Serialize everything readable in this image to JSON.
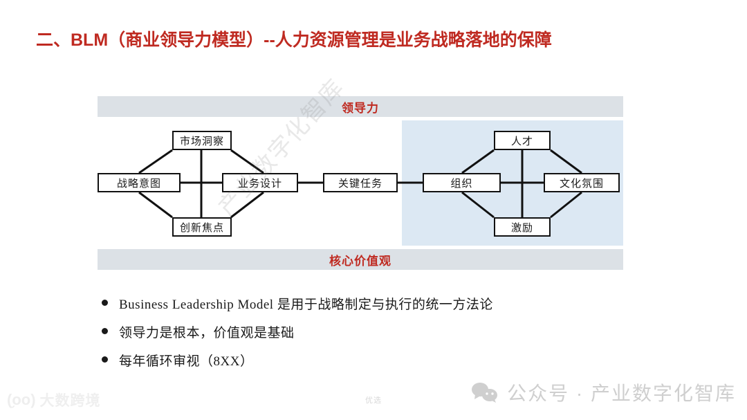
{
  "slide": {
    "title": "二、BLM（商业领导力模型）--人力资源管理是业务战略落地的保障",
    "title_color": "#bf2a21",
    "watermark": "产业数字化智库"
  },
  "diagram": {
    "top_band": {
      "label": "领导力",
      "bg": "#dce1e6",
      "text_color": "#bf2a21"
    },
    "bottom_band": {
      "label": "核心价值观",
      "bg": "#dce1e6",
      "text_color": "#bf2a21"
    },
    "highlight_panel": {
      "bg": "#dce8f3"
    },
    "nodes": [
      {
        "id": "market-insight",
        "label": "市场洞察"
      },
      {
        "id": "strategic-intent",
        "label": "战略意图"
      },
      {
        "id": "business-design",
        "label": "业务设计"
      },
      {
        "id": "innovation-focus",
        "label": "创新焦点"
      },
      {
        "id": "key-tasks",
        "label": "关键任务"
      },
      {
        "id": "talent",
        "label": "人才"
      },
      {
        "id": "organization",
        "label": "组织"
      },
      {
        "id": "culture",
        "label": "文化氛围"
      },
      {
        "id": "incentive",
        "label": "激励"
      }
    ]
  },
  "bullets": [
    "Business Leadership Model 是用于战略制定与执行的统一方法论",
    "领导力是根本，价值观是基础",
    "每年循环审视（8XX）"
  ],
  "footer": {
    "left_logo_text": "大数跨境",
    "left_logo_glyph": "(̮oo)",
    "center_text": "优选",
    "right_text": "公众号 · 产业数字化智库"
  }
}
